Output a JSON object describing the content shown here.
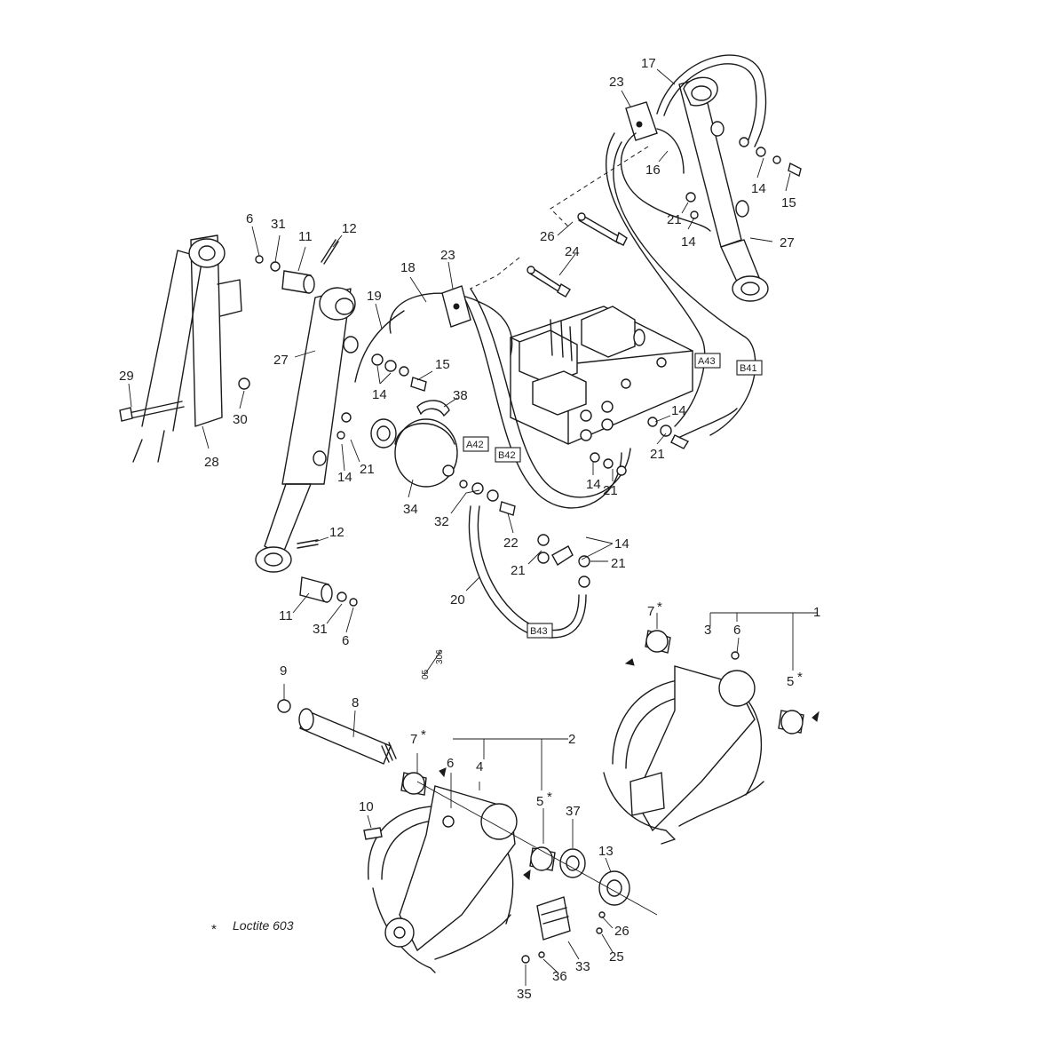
{
  "callouts": [
    {
      "id": "c17a",
      "text": "17"
    },
    {
      "id": "c23a",
      "text": "23"
    },
    {
      "id": "c16",
      "text": "16"
    },
    {
      "id": "c14a",
      "text": "14"
    },
    {
      "id": "c15a",
      "text": "15"
    },
    {
      "id": "c21a",
      "text": "21"
    },
    {
      "id": "c14b",
      "text": "14"
    },
    {
      "id": "c27a",
      "text": "27"
    },
    {
      "id": "c26a",
      "text": "26"
    },
    {
      "id": "c24",
      "text": "24"
    },
    {
      "id": "c23b",
      "text": "23"
    },
    {
      "id": "c18",
      "text": "18"
    },
    {
      "id": "c19",
      "text": "19"
    },
    {
      "id": "c6a",
      "text": "6"
    },
    {
      "id": "c31a",
      "text": "31"
    },
    {
      "id": "c11a",
      "text": "11"
    },
    {
      "id": "c12a",
      "text": "12"
    },
    {
      "id": "c27b",
      "text": "27"
    },
    {
      "id": "c15b",
      "text": "15"
    },
    {
      "id": "c14c",
      "text": "14"
    },
    {
      "id": "c38",
      "text": "38"
    },
    {
      "id": "c29",
      "text": "29"
    },
    {
      "id": "c30",
      "text": "30"
    },
    {
      "id": "c28",
      "text": "28"
    },
    {
      "id": "c21b",
      "text": "21"
    },
    {
      "id": "c14d",
      "text": "14"
    },
    {
      "id": "c34",
      "text": "34"
    },
    {
      "id": "c32",
      "text": "32"
    },
    {
      "id": "c22",
      "text": "22"
    },
    {
      "id": "c14e",
      "text": "14"
    },
    {
      "id": "c21c",
      "text": "21"
    },
    {
      "id": "c14f",
      "text": "14"
    },
    {
      "id": "c21d",
      "text": "21"
    },
    {
      "id": "c14g",
      "text": "14"
    },
    {
      "id": "c21e",
      "text": "21"
    },
    {
      "id": "c21f",
      "text": "21"
    },
    {
      "id": "c12b",
      "text": "12"
    },
    {
      "id": "c11b",
      "text": "11"
    },
    {
      "id": "c31b",
      "text": "31"
    },
    {
      "id": "c6b",
      "text": "6"
    },
    {
      "id": "c20",
      "text": "20"
    },
    {
      "id": "c7a",
      "text": "7"
    },
    {
      "id": "c1",
      "text": "1"
    },
    {
      "id": "c3",
      "text": "3"
    },
    {
      "id": "c6c",
      "text": "6"
    },
    {
      "id": "c5a",
      "text": "5"
    },
    {
      "id": "c9",
      "text": "9"
    },
    {
      "id": "c8",
      "text": "8"
    },
    {
      "id": "c7b",
      "text": "7"
    },
    {
      "id": "c2",
      "text": "2"
    },
    {
      "id": "c6d",
      "text": "6"
    },
    {
      "id": "c4",
      "text": "4"
    },
    {
      "id": "c5b",
      "text": "5"
    },
    {
      "id": "c37",
      "text": "37"
    },
    {
      "id": "c10",
      "text": "10"
    },
    {
      "id": "c13",
      "text": "13"
    },
    {
      "id": "c26b",
      "text": "26"
    },
    {
      "id": "c25",
      "text": "25"
    },
    {
      "id": "c33",
      "text": "33"
    },
    {
      "id": "c36",
      "text": "36"
    },
    {
      "id": "c35",
      "text": "35"
    }
  ],
  "asterisks": [
    "*",
    "*",
    "*",
    "*"
  ],
  "port_labels": {
    "a43": "A43",
    "b41": "B41",
    "a42": "A42",
    "b42": "B42",
    "b43": "B43"
  },
  "drawing_code": {
    "top": "05",
    "bottom": "306"
  },
  "legend": {
    "symbol": "*",
    "text": "Loctite 603"
  }
}
